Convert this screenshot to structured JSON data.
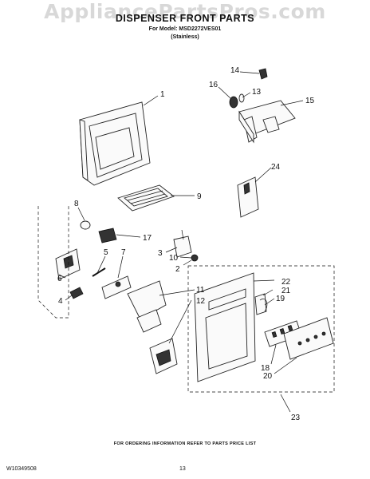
{
  "watermark": "AppliancePartsPros.com",
  "header": {
    "title": "DISPENSER FRONT PARTS",
    "model": "For Model: MSD2272VES01",
    "finish": "(Stainless)"
  },
  "callouts": [
    "1",
    "2",
    "3",
    "4",
    "5",
    "6",
    "7",
    "8",
    "9",
    "10",
    "11",
    "12",
    "13",
    "14",
    "15",
    "16",
    "17",
    "18",
    "19",
    "20",
    "21",
    "22",
    "23",
    "24"
  ],
  "footer": {
    "ordering_note": "FOR ORDERING INFORMATION REFER TO PARTS PRICE LIST",
    "doc_number": "W10349508",
    "page_number": "13"
  }
}
